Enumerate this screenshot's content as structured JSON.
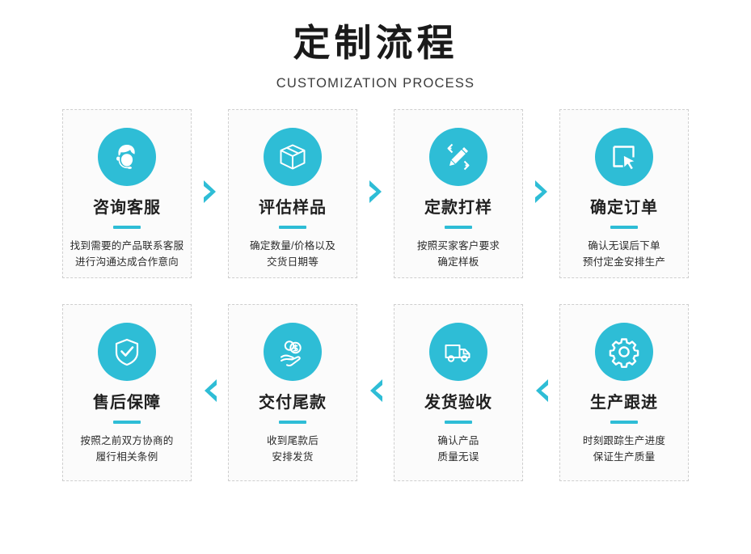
{
  "header": {
    "title": "定制流程",
    "subtitle": "CUSTOMIZATION PROCESS"
  },
  "theme": {
    "accent": "#2ebdd6",
    "card_bg": "#fbfbfb",
    "card_border": "#cfcfcf",
    "title_color": "#1f1f1f",
    "page_bg": "#ffffff"
  },
  "arrows": {
    "top_row": "chevron-right-icon",
    "bottom_row": "chevron-left-icon"
  },
  "steps": {
    "top": [
      {
        "icon": "customer-service-headset-icon",
        "title": "咨询客服",
        "desc_line1": "找到需要的产品联系客服",
        "desc_line2": "进行沟通达成合作意向"
      },
      {
        "icon": "package-box-icon",
        "title": "评估样品",
        "desc_line1": "确定数量/价格以及",
        "desc_line2": "交货日期等"
      },
      {
        "icon": "pencil-design-icon",
        "title": "定款打样",
        "desc_line1": "按照买家客户要求",
        "desc_line2": "确定样板"
      },
      {
        "icon": "cursor-select-icon",
        "title": "确定订单",
        "desc_line1": "确认无误后下单",
        "desc_line2": "预付定金安排生产"
      }
    ],
    "bottom": [
      {
        "icon": "shield-check-icon",
        "title": "售后保障",
        "desc_line1": "按照之前双方协商的",
        "desc_line2": "履行相关条例"
      },
      {
        "icon": "hand-coins-icon",
        "title": "交付尾款",
        "desc_line1": "收到尾款后",
        "desc_line2": "安排发货"
      },
      {
        "icon": "delivery-truck-icon",
        "title": "发货验收",
        "desc_line1": "确认产品",
        "desc_line2": "质量无误"
      },
      {
        "icon": "gear-icon",
        "title": "生产跟进",
        "desc_line1": "时刻跟踪生产进度",
        "desc_line2": "保证生产质量"
      }
    ]
  }
}
